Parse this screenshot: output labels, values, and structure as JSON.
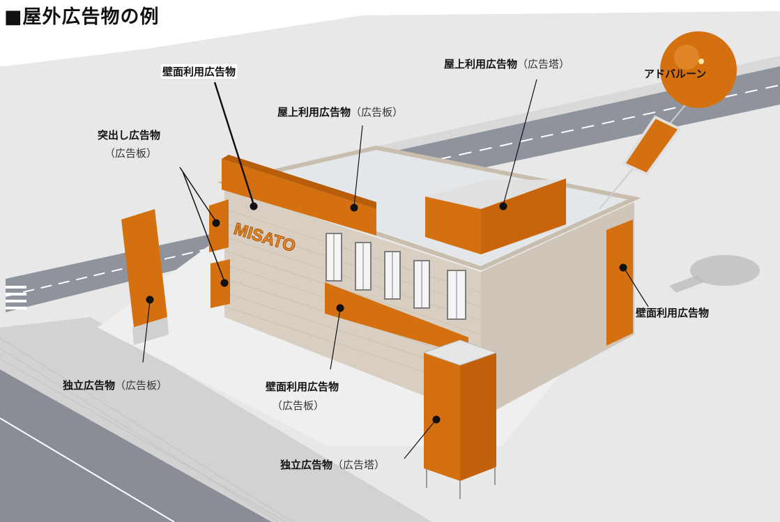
{
  "page": {
    "title": "■屋外広告物の例"
  },
  "sign_text": "MISATO",
  "colors": {
    "sign_orange": "#d4700f",
    "building_wall": "#d8cfc2",
    "roof": "#e3e6e8",
    "road": "#8e929b",
    "ground": "#e9e9e9"
  },
  "labels": {
    "wall_top": {
      "name": "壁面利用広告物",
      "sub": ""
    },
    "roof_tower": {
      "name": "屋上利用広告物",
      "sub": "（広告塔）"
    },
    "balloon": {
      "name": "アドバルーン",
      "sub": ""
    },
    "roof_board": {
      "name": "屋上利用広告物",
      "sub": "（広告板）"
    },
    "projecting": {
      "name": "突出し広告物",
      "sub": "（広告板）"
    },
    "wall_right": {
      "name": "壁面利用広告物",
      "sub": ""
    },
    "standalone_board": {
      "name": "独立広告物",
      "sub": "（広告板）"
    },
    "wall_board": {
      "name": "壁面利用広告物",
      "sub": "（広告板）"
    },
    "standalone_tower": {
      "name": "独立広告物",
      "sub": "（広告塔）"
    }
  }
}
